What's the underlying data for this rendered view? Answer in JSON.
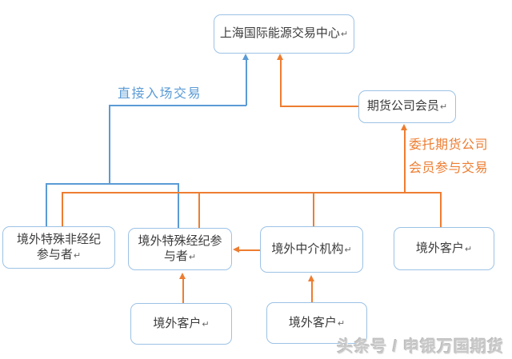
{
  "nodes": {
    "exchange": {
      "label": "上海国际能源交易中心"
    },
    "futures_member": {
      "label": "期货公司会员"
    },
    "special_non_brokerage": {
      "label": "境外特殊非经纪参与者"
    },
    "special_brokerage": {
      "label": "境外特殊经纪参与者"
    },
    "intermediary": {
      "label": "境外中介机构"
    },
    "client_right": {
      "label": "境外客户"
    },
    "client_under_brokerage": {
      "label": "境外客户"
    },
    "client_under_intermediary": {
      "label": "境外客户"
    }
  },
  "edge_labels": {
    "direct_entry": "直接入场交易",
    "entrust_line1": "委托期货公司",
    "entrust_line2": "会员参与交易"
  },
  "marks": {
    "return": "↵"
  },
  "watermark": {
    "text": "头条号 / 申银万国期货"
  },
  "colors": {
    "line_blue": "#5B9BD5",
    "line_orange": "#ED7D31",
    "box_border": "#9CC2E5",
    "box_text": "#3B3B3B",
    "watermark_gray": "#C9C9C9"
  }
}
